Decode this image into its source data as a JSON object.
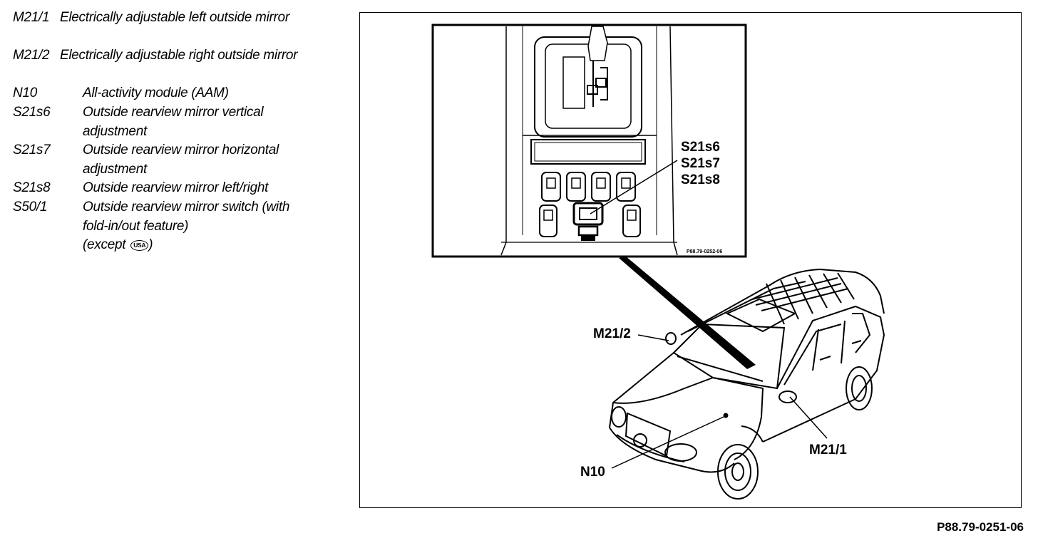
{
  "legend": [
    {
      "code": "M21/1",
      "text": "Electrically adjustable left outside mirror"
    },
    {
      "code": "M21/2",
      "text": "Electrically adjustable right outside mirror"
    },
    {
      "code": "N10",
      "text": "All-activity module (AAM)"
    },
    {
      "code": "S21s6",
      "text": "Outside rearview mirror vertical adjustment"
    },
    {
      "code": "S21s7",
      "text": "Outside rearview mirror horizontal adjustment"
    },
    {
      "code": "S21s8",
      "text": "Outside rearview mirror left/right"
    },
    {
      "code": "S50/1",
      "text": "Outside rearview mirror switch (with fold-in/out feature)",
      "text2": "(except",
      "badge": "USA",
      "text3": ")"
    }
  ],
  "diagram": {
    "inset_labels": [
      "S21s6",
      "S21s7",
      "S21s8"
    ],
    "inset_id": "P88.79-0252-06",
    "callouts": {
      "m21_2": "M21/2",
      "m21_1": "M21/1",
      "n10": "N10"
    }
  },
  "figure_id": "P88.79-0251-06"
}
